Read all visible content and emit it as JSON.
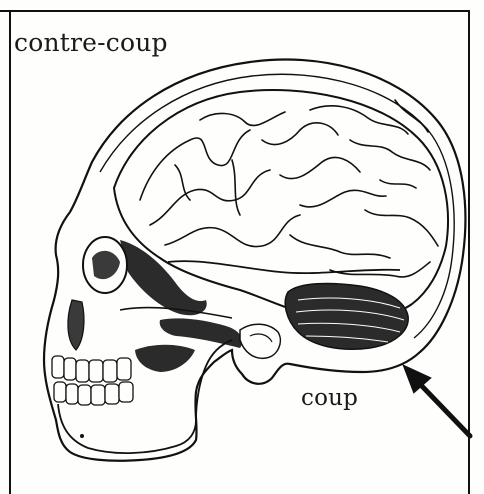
{
  "figure": {
    "labels": {
      "contre_coup": "contre-coup",
      "coup": "coup"
    },
    "icons": {
      "impact_arrow": "arrow-icon",
      "skull": "skull-illustration",
      "brain": "brain-illustration"
    },
    "colors": {
      "ink": "#111111",
      "paper": "#fefefc",
      "shade": "#2b2b2b"
    }
  }
}
